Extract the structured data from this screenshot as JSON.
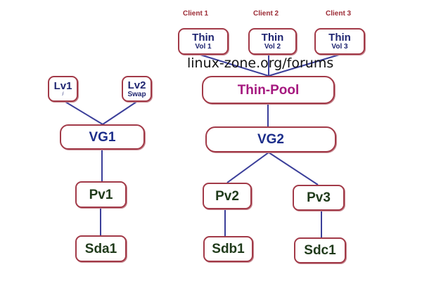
{
  "colors": {
    "box_border": "#a23a48",
    "connector": "#3b3f9a",
    "client_label": "#9c2b35",
    "vg_text": "#1b2d8a",
    "thin_text": "#1e2470",
    "pv_text": "#1f3a1a",
    "pool_text": "#a5187f"
  },
  "watermark": "linux-zone.org/forums",
  "clients": [
    "Client 1",
    "Client 2",
    "Client 3"
  ],
  "left_stack": {
    "lv1": {
      "label": "Lv1",
      "sub": "/"
    },
    "lv2": {
      "label": "Lv2",
      "sub": "Swap"
    },
    "vg": {
      "label": "VG1"
    },
    "pv": {
      "label": "Pv1"
    },
    "disk": {
      "label": "Sda1"
    }
  },
  "right_stack": {
    "thin_vols": [
      {
        "label": "Thin",
        "sub": "Vol 1"
      },
      {
        "label": "Thin",
        "sub": "Vol 2"
      },
      {
        "label": "Thin",
        "sub": "Vol 3"
      }
    ],
    "pool": {
      "label": "Thin-Pool"
    },
    "vg": {
      "label": "VG2"
    },
    "pvs": [
      {
        "label": "Pv2"
      },
      {
        "label": "Pv3"
      }
    ],
    "disks": [
      {
        "label": "Sdb1"
      },
      {
        "label": "Sdc1"
      }
    ]
  }
}
